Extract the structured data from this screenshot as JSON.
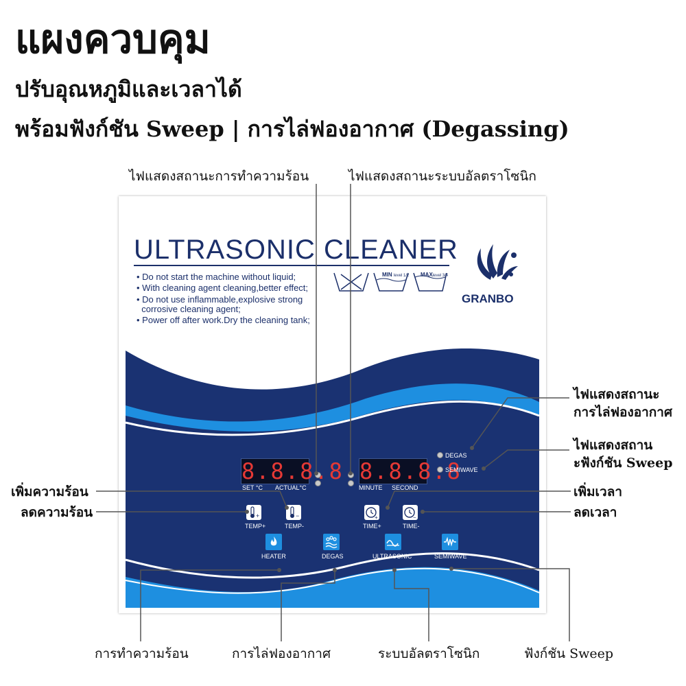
{
  "header": {
    "title": "แผงควบคุม",
    "line2": "ปรับอุณหภูมิและเวลาได้",
    "line3": "พร้อมฟังก์ชัน Sweep | การไล่ฟองอากาศ (Degassing)"
  },
  "callouts": {
    "heating_lamp": "ไฟแสดงสถานะการทำความร้อน",
    "ultrasonic_lamp": "ไฟแสดงสถานะระบบอัลตราโซนิก",
    "degas_lamp_1": "ไฟแสดงสถานะ",
    "degas_lamp_2": "การไล่ฟองอากาศ",
    "sweep_lamp_1": "ไฟแสดงสถาน",
    "sweep_lamp_2": "ะฟังก์ชัน Sweep",
    "temp_up": "เพิ่มความร้อน",
    "temp_down": "ลดความร้อน",
    "time_up": "เพิ่มเวลา",
    "time_down": "ลดเวลา",
    "heater": "การทำความร้อน",
    "degas": "การไล่ฟองอากาศ",
    "ultrasonic": "ระบบอัลตราโซนิก",
    "sweep": "ฟังก์ชัน Sweep"
  },
  "panel": {
    "title": "ULTRASONIC CLEANER",
    "notes": [
      "• Do not start the machine without liquid;",
      "• With cleaning agent cleaning,better effect;",
      "• Do not use inflammable,explosive strong",
      "  corrosive cleaning agent;",
      "• Power off after work.Dry the cleaning tank;"
    ],
    "tank_min": "MIN",
    "tank_min_sub": "level 1/2",
    "tank_max": "MAX",
    "tank_max_sub": "level 3/4",
    "brand": "GRANBO",
    "display_temp": "8.8.8.8",
    "display_time": "8.8.8.8",
    "set_label": "SET °C",
    "actual_label": "ACTUAL°C",
    "minute_label": "MINUTE",
    "second_label": "SECOND",
    "degas_lamp_label": "DEGAS",
    "semiwave_lamp_label": "SEMIWAVE",
    "temp_plus_label": "TEMP+",
    "temp_minus_label": "TEMP-",
    "time_plus_label": "TIME+",
    "time_minus_label": "TIME-",
    "heater_label": "HEATER",
    "degas_label": "DEGAS",
    "ultrasonic_label": "ULTRASONIC",
    "semiwave_label": "SEMIWAVE"
  },
  "colors": {
    "navy": "#1b2f6a",
    "panel_navy": "#1a3272",
    "wave_blue": "#1e8fe0",
    "segment_red": "#e53935"
  }
}
